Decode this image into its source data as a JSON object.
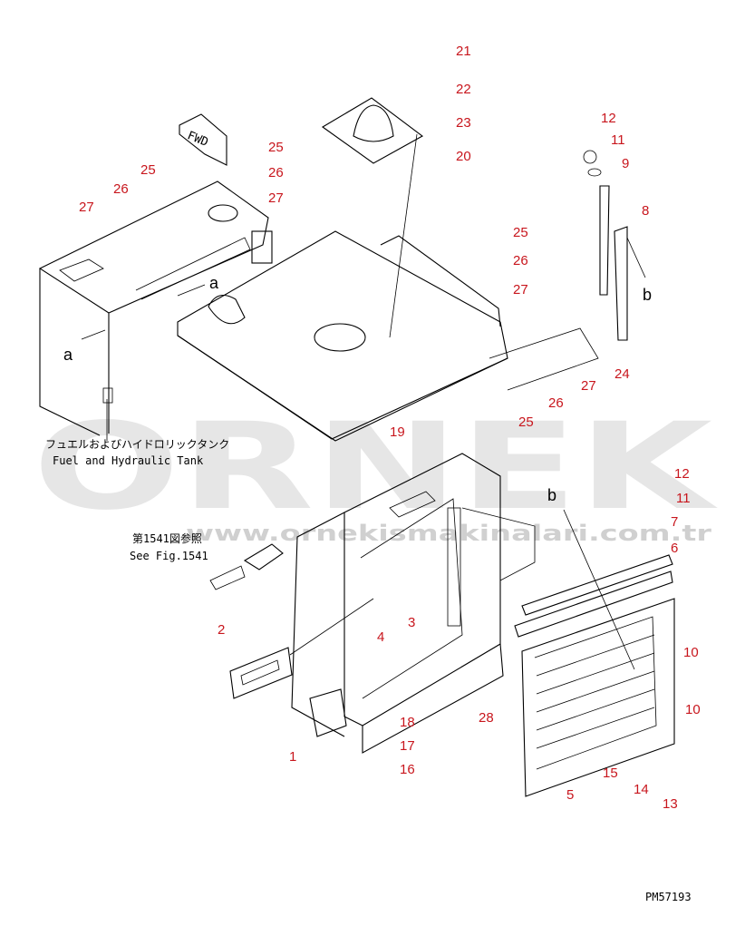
{
  "watermark": {
    "brand": "ORNEK",
    "url": "www.ornekismakinalari.com.tr"
  },
  "captions": {
    "fwd": "FWD",
    "tank_jp": "フュエルおよびハイドロリックタンク",
    "tank_en": "Fuel and Hydraulic Tank",
    "see_jp": "第1541図参照",
    "see_en": "See Fig.1541",
    "drawing_no": "PM57193"
  },
  "view_letters": [
    "a",
    "a",
    "b",
    "b"
  ],
  "part_numbers": [
    "21",
    "22",
    "23",
    "20",
    "25",
    "26",
    "27",
    "25",
    "26",
    "27",
    "19",
    "25",
    "26",
    "27",
    "24",
    "25",
    "26",
    "27",
    "12",
    "11",
    "9",
    "8",
    "12",
    "11",
    "7",
    "6",
    "10",
    "10",
    "13",
    "14",
    "15",
    "5",
    "28",
    "18",
    "17",
    "16",
    "1",
    "2",
    "3",
    "4"
  ]
}
